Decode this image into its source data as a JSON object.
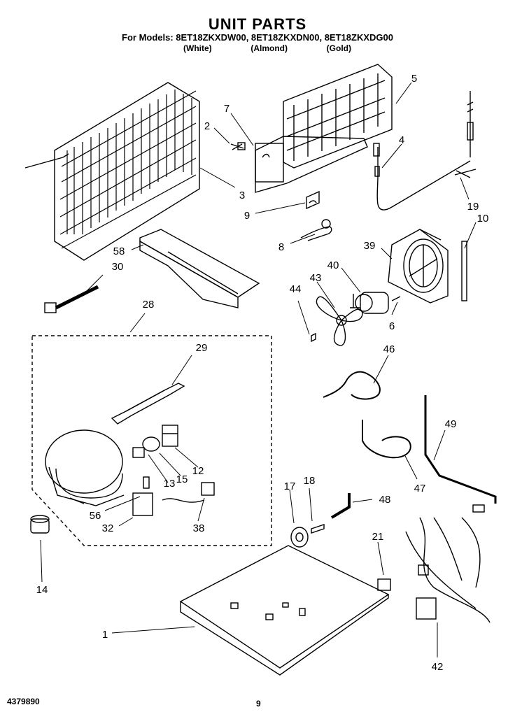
{
  "header": {
    "title": "UNIT PARTS",
    "models_line": "For Models: 8ET18ZKXDW00, 8ET18ZKXDN00, 8ET18ZKXDG00",
    "finishes": [
      "(White)",
      "(Almond)",
      "(Gold)"
    ]
  },
  "callouts": [
    {
      "id": "c1",
      "text": "1"
    },
    {
      "id": "c2",
      "text": "2"
    },
    {
      "id": "c3",
      "text": "3"
    },
    {
      "id": "c4",
      "text": "4"
    },
    {
      "id": "c5",
      "text": "5"
    },
    {
      "id": "c6",
      "text": "6"
    },
    {
      "id": "c7",
      "text": "7"
    },
    {
      "id": "c8",
      "text": "8"
    },
    {
      "id": "c9",
      "text": "9"
    },
    {
      "id": "c10",
      "text": "10"
    },
    {
      "id": "c12",
      "text": "12"
    },
    {
      "id": "c13",
      "text": "13"
    },
    {
      "id": "c14",
      "text": "14"
    },
    {
      "id": "c15",
      "text": "15"
    },
    {
      "id": "c17",
      "text": "17"
    },
    {
      "id": "c18",
      "text": "18"
    },
    {
      "id": "c19",
      "text": "19"
    },
    {
      "id": "c21",
      "text": "21"
    },
    {
      "id": "c28",
      "text": "28"
    },
    {
      "id": "c29",
      "text": "29"
    },
    {
      "id": "c30",
      "text": "30"
    },
    {
      "id": "c32",
      "text": "32"
    },
    {
      "id": "c38",
      "text": "38"
    },
    {
      "id": "c39",
      "text": "39"
    },
    {
      "id": "c40",
      "text": "40"
    },
    {
      "id": "c42",
      "text": "42"
    },
    {
      "id": "c43",
      "text": "43"
    },
    {
      "id": "c44",
      "text": "44"
    },
    {
      "id": "c46",
      "text": "46"
    },
    {
      "id": "c47",
      "text": "47"
    },
    {
      "id": "c48",
      "text": "48"
    },
    {
      "id": "c49",
      "text": "49"
    },
    {
      "id": "c56",
      "text": "56"
    },
    {
      "id": "c58",
      "text": "58"
    }
  ],
  "footer": {
    "part_number": "4379890",
    "page_number": "9"
  }
}
